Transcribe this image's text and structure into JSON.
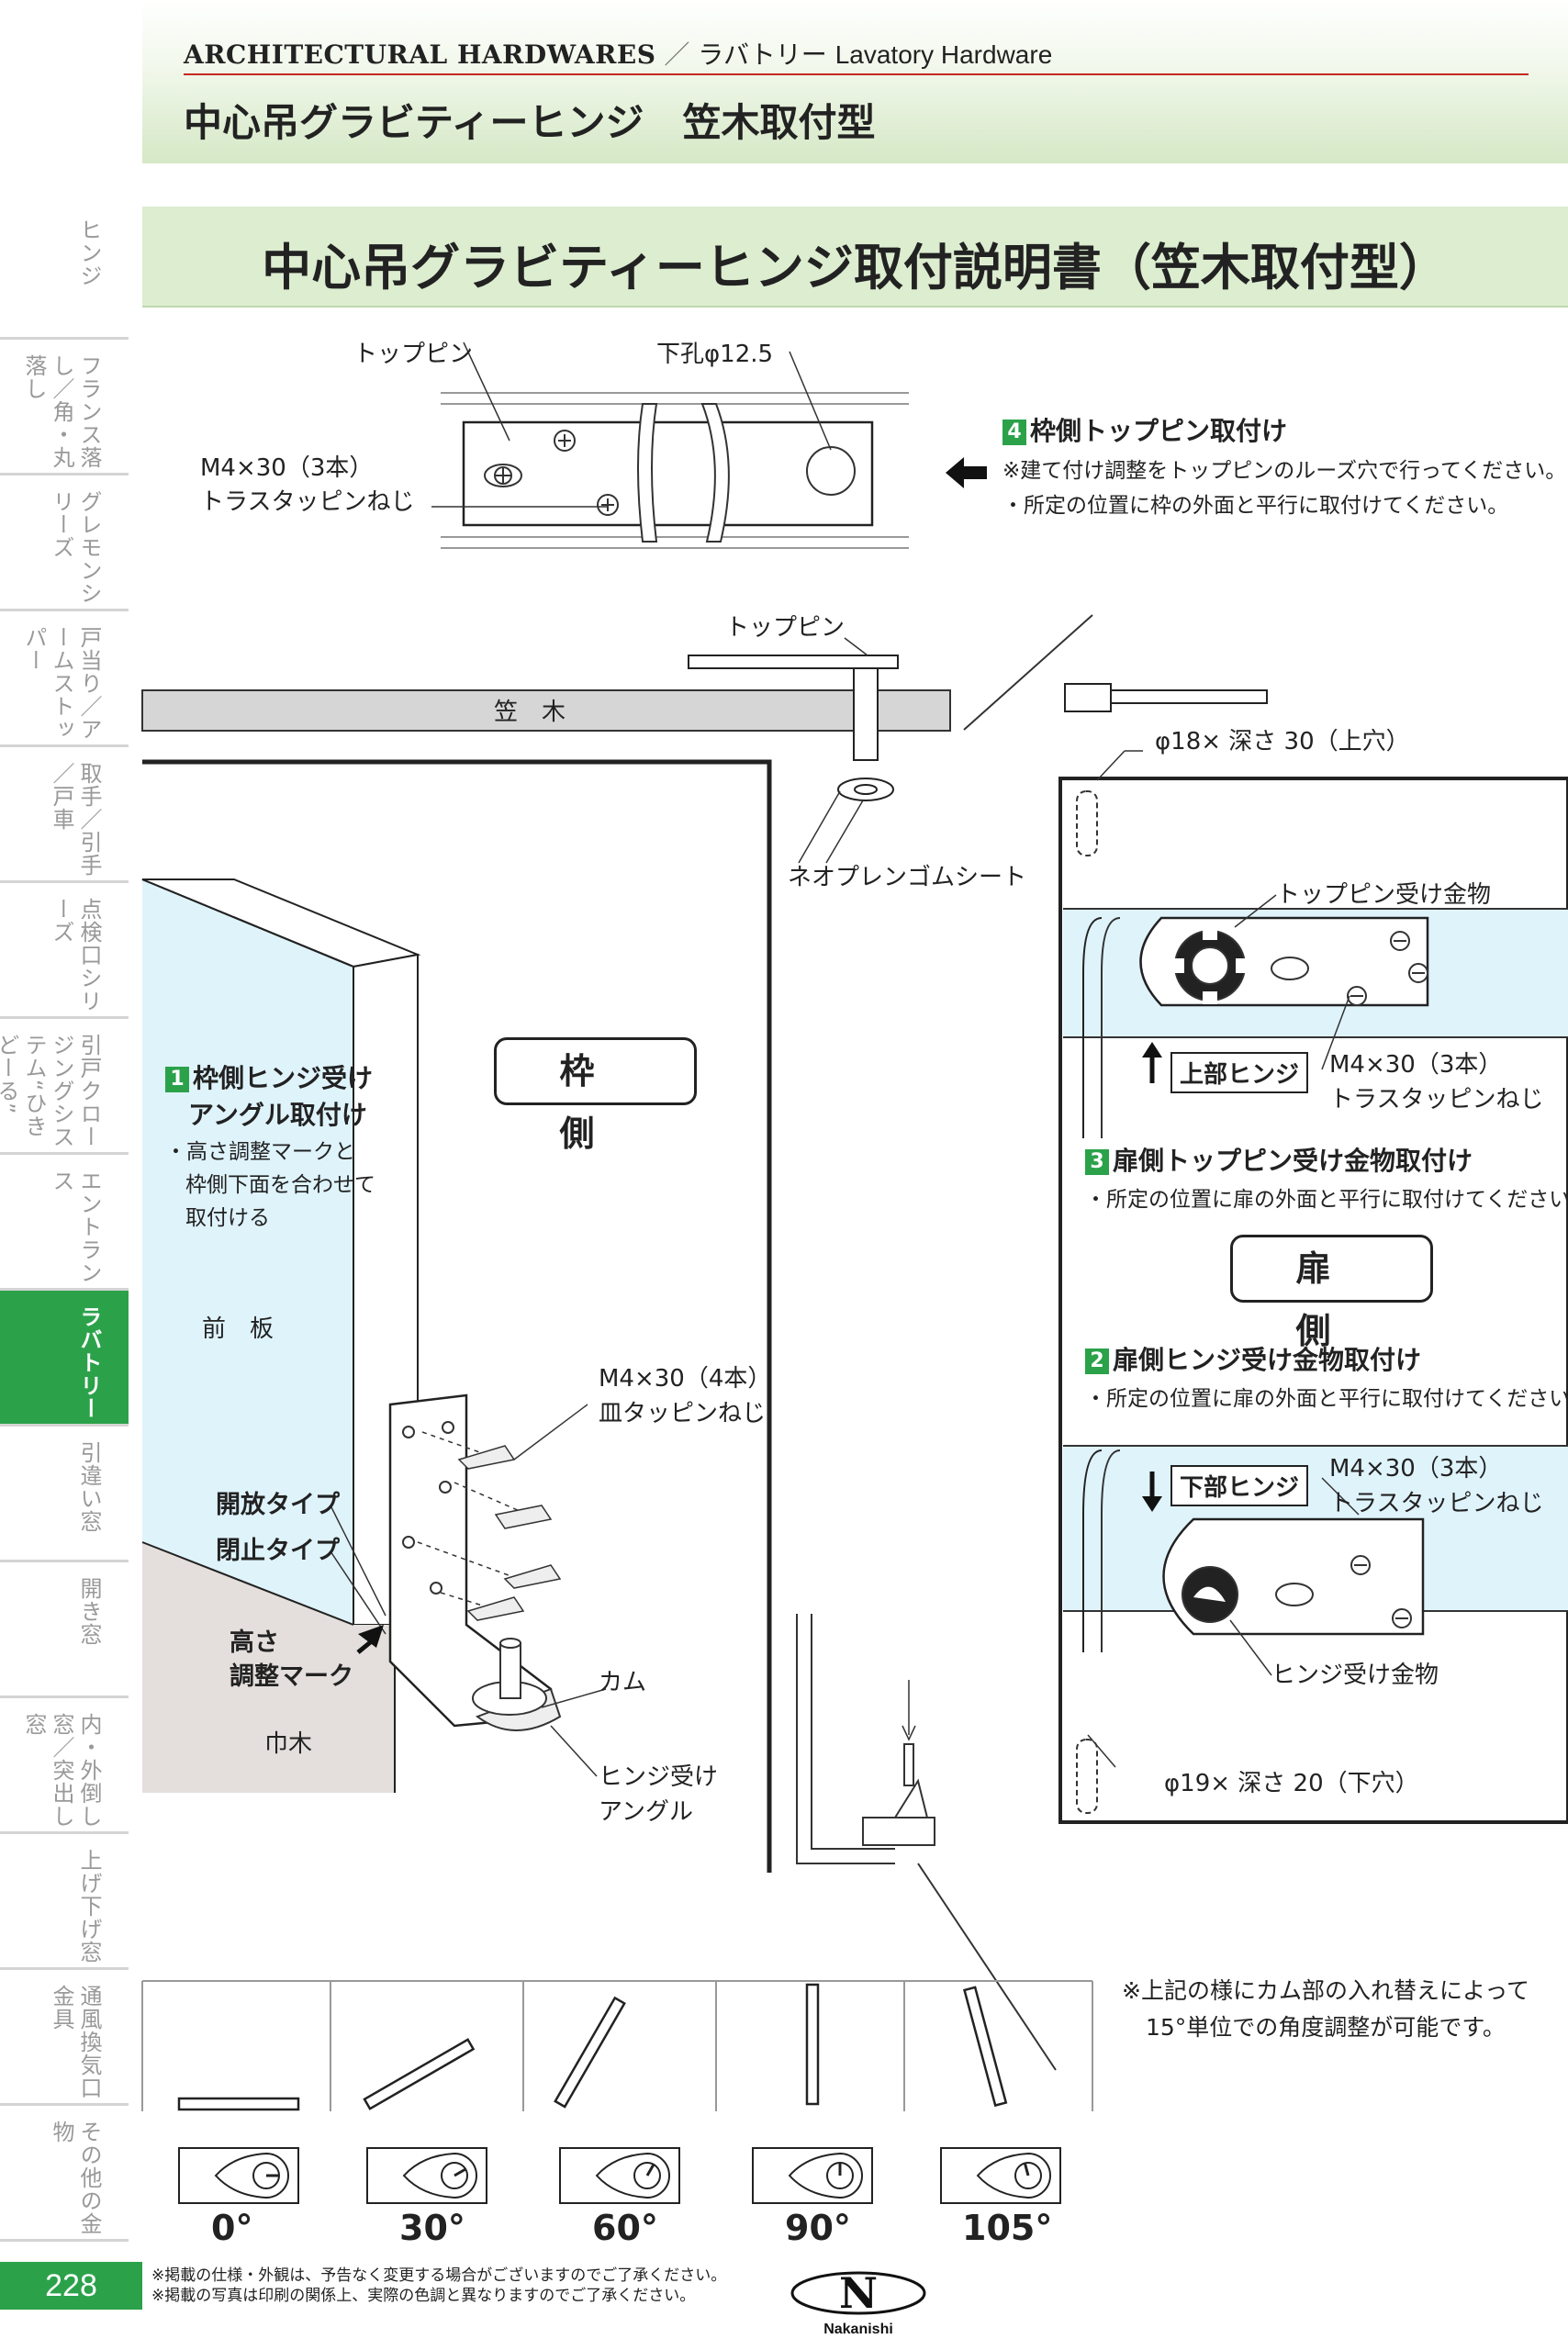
{
  "header": {
    "category_en": "ARCHITECTURAL HARDWARES",
    "separator": "／",
    "category_jp": "ラバトリー",
    "category_sub": "Lavatory Hardware",
    "title": "中心吊グラビティーヒンジ　笠木取付型"
  },
  "sidebar": [
    {
      "label": "ヒンジ"
    },
    {
      "label": "フランス落し／角・丸落し"
    },
    {
      "label": "グレモンシリーズ"
    },
    {
      "label": "戸当り／アームストッパー"
    },
    {
      "label": "取手／引手／戸車"
    },
    {
      "label": "点検口シリーズ"
    },
    {
      "label": "引戸クロージングシステム“ひきどーる”"
    },
    {
      "label": "エントランス"
    },
    {
      "label": "ラバトリー",
      "active": true
    },
    {
      "label": "引違い窓"
    },
    {
      "label": "開き窓"
    },
    {
      "label": "内・外倒し窓／突出し窓"
    },
    {
      "label": "上げ下げ窓"
    },
    {
      "label": "通風換気口金具"
    },
    {
      "label": "その他の金物"
    }
  ],
  "section_title": "中心吊グラビティーヒンジ取付説明書（笠木取付型）",
  "labels": {
    "top_pin": "トップピン",
    "pilot_hole": "下孔φ12.5",
    "m4_top_1": "M4×30（3本）",
    "m4_top_2": "トラスタッピンねじ",
    "top_pin_2": "トップピン",
    "kasagi": "笠　木",
    "neoprene": "ネオプレンゴムシート",
    "hole_top": "φ18× 深さ 30（上穴）",
    "top_pin_bracket": "トップピン受け金物",
    "upper_hinge": "上部ヒンジ",
    "m4_upper_1": "M4×30（3本）",
    "m4_upper_2": "トラスタッピンねじ",
    "frame_side": "枠　側",
    "door_side": "扉　側",
    "front_plate": "前　板",
    "m4_frame_1": "M4×30（4本）",
    "m4_frame_2": "皿タッピンねじ",
    "open_type": "開放タイプ",
    "closed_type": "閉止タイプ",
    "height_mark_1": "高さ",
    "height_mark_2": "調整マーク",
    "baseboard": "巾木",
    "cam": "カム",
    "hinge_angle_1": "ヒンジ受け",
    "hinge_angle_2": "アングル",
    "lower_hinge": "下部ヒンジ",
    "m4_lower_1": "M4×30（3本）",
    "m4_lower_2": "トラスタッピンねじ",
    "hinge_bracket": "ヒンジ受け金物",
    "hole_bottom": "φ19× 深さ 20（下穴）"
  },
  "steps": [
    {
      "num": "4",
      "title": "枠側トップピン取付け",
      "notes": [
        "※建て付け調整をトップピンのルーズ穴で行ってください。",
        "・所定の位置に枠の外面と平行に取付けてください。"
      ]
    },
    {
      "num": "1",
      "title_1": "枠側ヒンジ受け",
      "title_2": "アングル取付け",
      "notes": [
        "・高さ調整マークと",
        "枠側下面を合わせて",
        "取付ける"
      ]
    },
    {
      "num": "3",
      "title": "扉側トップピン受け金物取付け",
      "notes": [
        "・所定の位置に扉の外面と平行に取付けてください"
      ]
    },
    {
      "num": "2",
      "title": "扉側ヒンジ受け金物取付け",
      "notes": [
        "・所定の位置に扉の外面と平行に取付けてください"
      ]
    }
  ],
  "angle_note_1": "※上記の様にカム部の入れ替えによって",
  "angle_note_2": "15°単位での角度調整が可能です。",
  "angles": [
    {
      "label": "0°",
      "value": 0
    },
    {
      "label": "30°",
      "value": 30
    },
    {
      "label": "60°",
      "value": 60
    },
    {
      "label": "90°",
      "value": 90
    },
    {
      "label": "105°",
      "value": 105
    }
  ],
  "footer": {
    "page": "228",
    "note_1": "※掲載の仕様・外観は、予告なく変更する場合がございますのでご了承ください。",
    "note_2": "※掲載の写真は印刷の関係上、実際の色調と異なりますのでご了承ください。",
    "brand": "Nakanishi",
    "logo_letter": "N"
  },
  "colors": {
    "accent_green": "#2ba24a",
    "title_band": "#dcedd0",
    "door_blue": "#dff3fb",
    "baseboard": "#e4dfdc",
    "rule_red": "#c8281e"
  }
}
